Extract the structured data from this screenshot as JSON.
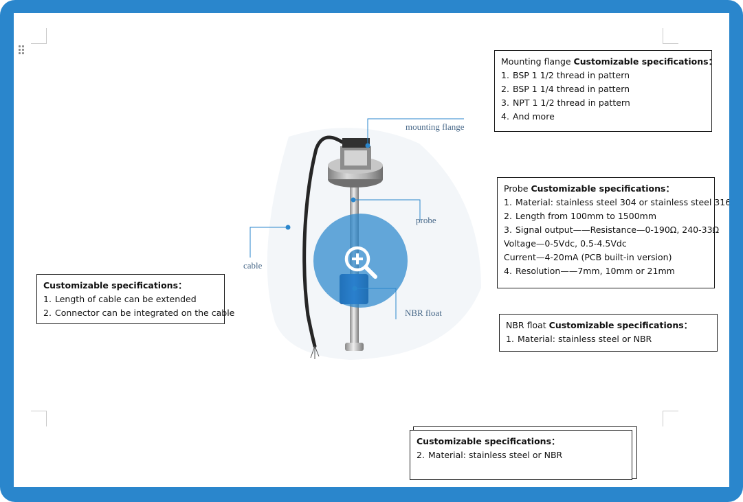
{
  "colors": {
    "frame": "#2a86cc",
    "zoom_overlay": "#2a86cc",
    "callout_line": "#2a86cc",
    "label_text": "#4a6a8a"
  },
  "icons": {
    "drag_handle": "drag-handle-icon",
    "zoom": "zoom-in-icon"
  },
  "diagram": {
    "labels": {
      "mounting_flange": "mounting flange",
      "probe": "probe",
      "cable": "cable",
      "nbr_float": "NBR float"
    }
  },
  "flange_box": {
    "prefix": "Mounting flange ",
    "heading": "Customizable specifications：",
    "items": [
      {
        "num": "1.",
        "text": "BSP 1 1/2 thread in pattern"
      },
      {
        "num": "2.",
        "text": "BSP 1 1/4 thread in pattern"
      },
      {
        "num": "3.",
        "text": "NPT 1 1/2 thread in pattern"
      },
      {
        "num": "4.",
        "text": "And more"
      }
    ]
  },
  "probe_box": {
    "prefix": "Probe ",
    "heading": "Customizable specifications：",
    "item1": {
      "num": "1.",
      "text": "Material: stainless steel 304 or stainless steel 316"
    },
    "item2": {
      "num": "2.",
      "text": "Length from 100mm to 1500mm"
    },
    "item3": {
      "num": "3.",
      "text": "Signal output——Resistance—0-190Ω, 240-33Ω"
    },
    "voltage": "Voltage—0-5Vdc, 0.5-4.5Vdc",
    "current": "Current—4-20mA (PCB built-in version)",
    "item4": {
      "num": "4.",
      "text": "Resolution——7mm, 10mm or 21mm"
    }
  },
  "cable_box": {
    "heading": "Customizable specifications：",
    "items": [
      {
        "num": "1.",
        "text": "Length of cable can be extended"
      },
      {
        "num": "2.",
        "text": "Connector can be integrated on the cable"
      }
    ]
  },
  "float_box": {
    "prefix": "NBR float ",
    "heading": "Customizable specifications：",
    "items": [
      {
        "num": "1.",
        "text": "Material: stainless steel or NBR"
      }
    ]
  },
  "extra_box": {
    "heading": "Customizable specifications：",
    "items": [
      {
        "num": "2.",
        "text": "Material: stainless steel or NBR"
      }
    ]
  }
}
